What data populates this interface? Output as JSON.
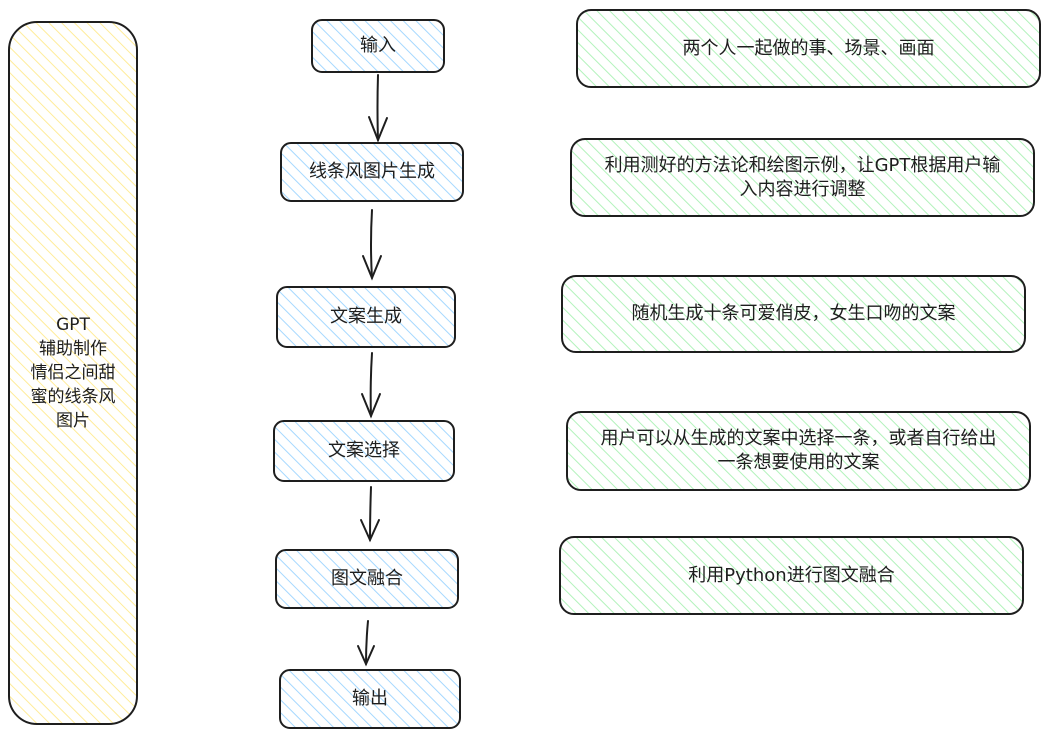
{
  "colors": {
    "stroke": "#1e1e1e",
    "side_fill": "#ffec99",
    "flow_fill": "#a5d8ff",
    "note_fill": "#b2f2bb"
  },
  "side_panel": {
    "lines": [
      "GPT",
      "辅助制作",
      "情侣之间甜",
      "蜜的线条风",
      "图片"
    ]
  },
  "flow": {
    "nodes": [
      {
        "label": "输入"
      },
      {
        "label": "线条风图片生成"
      },
      {
        "label": "文案生成"
      },
      {
        "label": "文案选择"
      },
      {
        "label": "图文融合"
      },
      {
        "label": "输出"
      }
    ]
  },
  "notes": [
    {
      "lines": [
        "两个人一起做的事、场景、画面"
      ]
    },
    {
      "lines": [
        "利用测好的方法论和绘图示例，让GPT根据用户输",
        "入内容进行调整"
      ]
    },
    {
      "lines": [
        "随机生成十条可爱俏皮，女生口吻的文案"
      ]
    },
    {
      "lines": [
        "用户可以从生成的文案中选择一条，或者自行给出",
        "一条想要使用的文案"
      ]
    },
    {
      "lines": [
        "利用Python进行图文融合"
      ]
    }
  ]
}
